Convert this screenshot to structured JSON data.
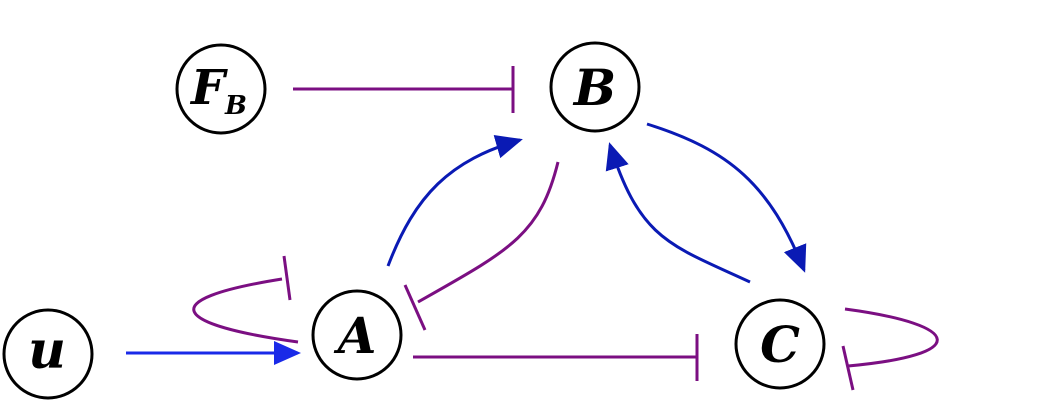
{
  "nodes": {
    "fb": {
      "label": "F",
      "subscript": "B"
    },
    "b": {
      "label": "B"
    },
    "a": {
      "label": "A"
    },
    "c": {
      "label": "C"
    },
    "u": {
      "label": "u"
    }
  },
  "colors": {
    "activation": "#0a1ab4",
    "input": "#1a2ae8",
    "inhibition": "#7b0f82",
    "node_stroke": "#000000"
  }
}
